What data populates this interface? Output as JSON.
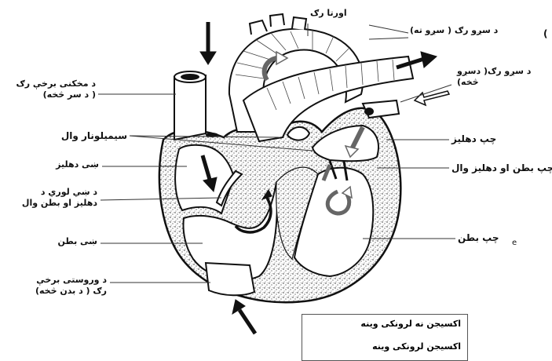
{
  "labels": {
    "aorta": "اورتا رګ",
    "pulmonary_artery": "د سږو رګ ( سږو ته)",
    "pulmonary_veins": "د سږو رګ( دسږو څخه)",
    "superior_vena_cava": "د مخکنی برخې رګ\n( د سر څخه)",
    "semilunar_valve": "سیمیلونار وال",
    "left_atrium": "چپ دهلیز",
    "right_atrium": "ښی دهلیز",
    "left_av_valve": "د چپ بطن او دهلیز وال",
    "right_av_valve": "د ښي لوري د\nدهلیز او بطن وال",
    "right_ventricle": "ښی بطن",
    "left_ventricle": "چپ بطن",
    "inferior_vena_cava": "د وروستی برخې\nرګ ( د بدن څخه)"
  },
  "legend": {
    "deoxygenated": "اکسیجن نه لرونکی وینه",
    "oxygenated": "اکسیجن لرونکی وینه"
  },
  "stray_marks": {
    "paren": "(",
    "e": "e"
  }
}
